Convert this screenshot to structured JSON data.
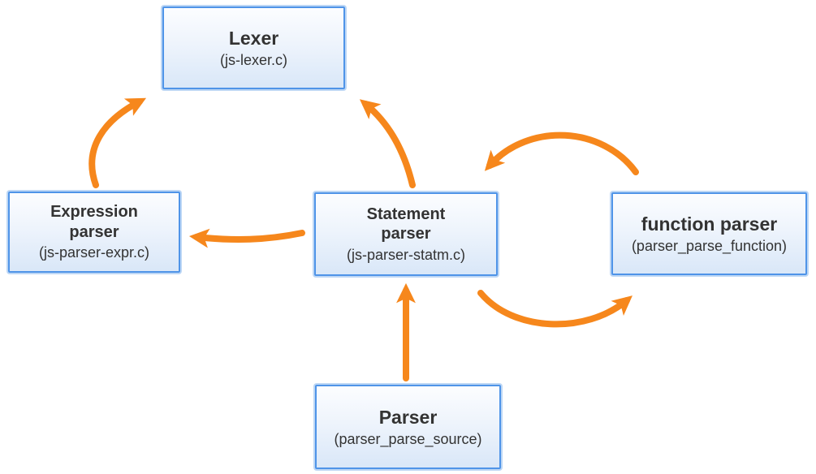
{
  "diagram": {
    "description": "Parser module call-flow diagram",
    "colors": {
      "arrow": "#f6871c",
      "node_border": "#4f94e8",
      "node_border_glow": "#bdd7f5",
      "node_fill_top": "#fcfdff",
      "node_fill_bottom": "#d9e7f8",
      "text": "#333333",
      "background": "#ffffff"
    },
    "nodes": [
      {
        "id": "lexer",
        "title": "Lexer",
        "subtitle": "(js-lexer.c)"
      },
      {
        "id": "expression-parser",
        "title": "Expression\nparser",
        "subtitle": "(js-parser-expr.c)"
      },
      {
        "id": "statement-parser",
        "title": "Statement\nparser",
        "subtitle": "(js-parser-statm.c)"
      },
      {
        "id": "function-parser",
        "title": "function parser",
        "subtitle": "(parser_parse_function)"
      },
      {
        "id": "parser",
        "title": "Parser",
        "subtitle": "(parser_parse_source)"
      }
    ],
    "edges": [
      {
        "from": "expression-parser",
        "to": "lexer",
        "style": "curved"
      },
      {
        "from": "statement-parser",
        "to": "lexer",
        "style": "curved"
      },
      {
        "from": "statement-parser",
        "to": "expression-parser",
        "style": "curved"
      },
      {
        "from": "function-parser",
        "to": "statement-parser",
        "style": "curved"
      },
      {
        "from": "statement-parser",
        "to": "function-parser",
        "style": "curved"
      },
      {
        "from": "parser",
        "to": "statement-parser",
        "style": "straight"
      }
    ]
  }
}
